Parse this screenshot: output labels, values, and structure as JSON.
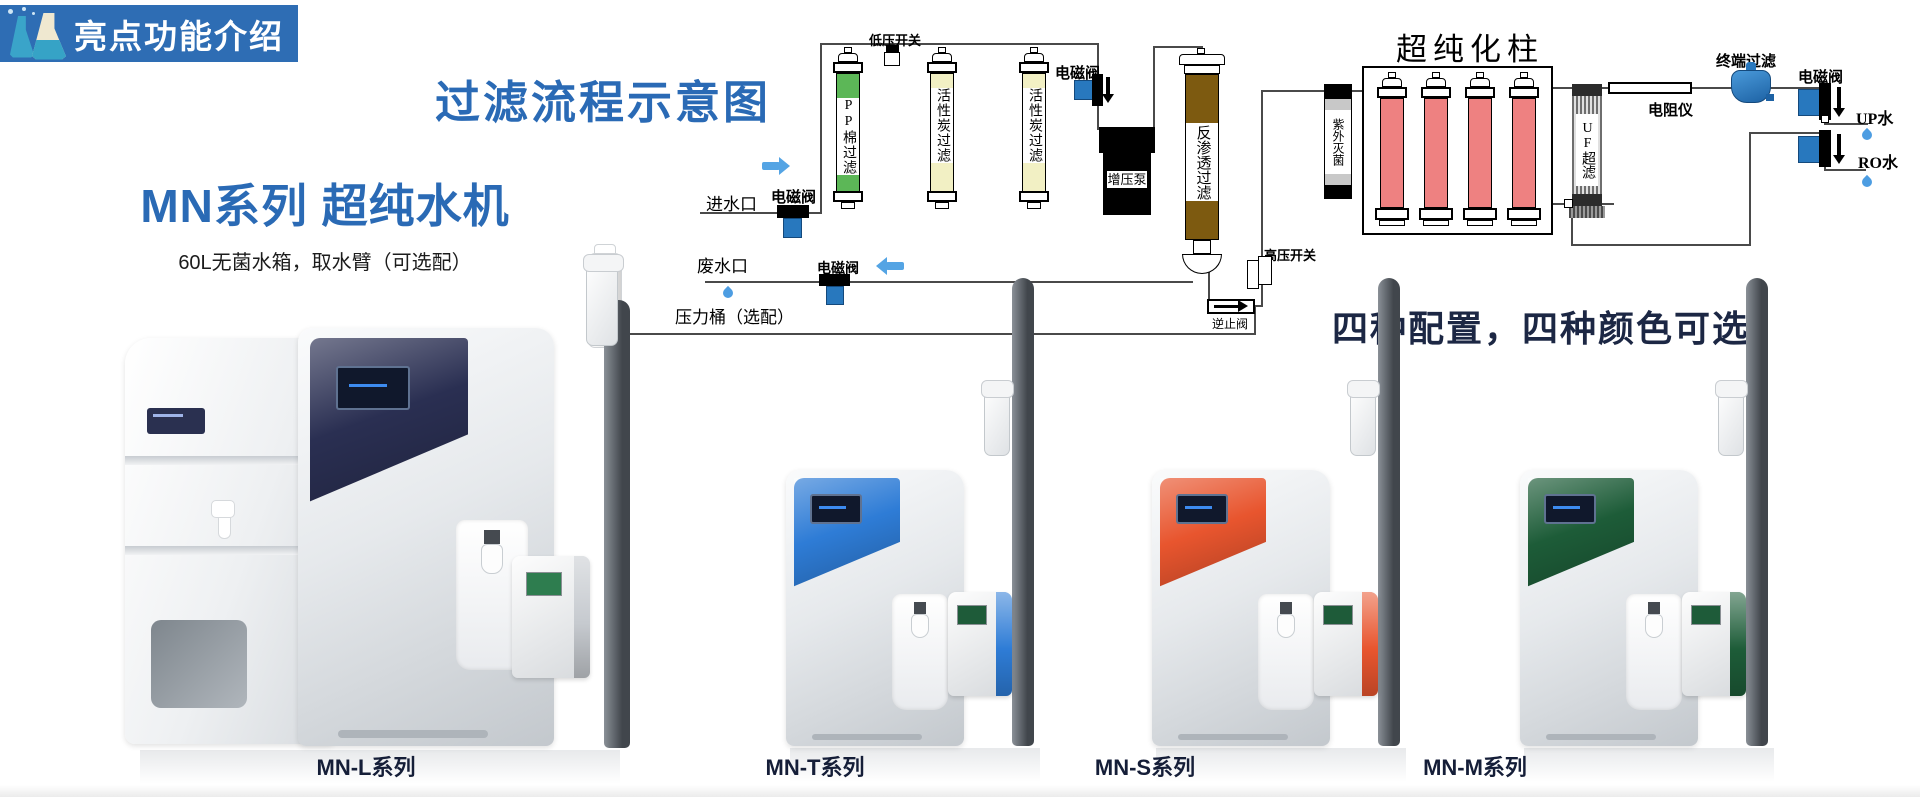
{
  "badge": {
    "label": "亮点功能介绍"
  },
  "header": {
    "diagram_title": "过滤流程示意图",
    "series_title": "MN系列 超纯水机",
    "series_subtitle": "60L无菌水箱，取水臂（可选配）",
    "config_note": "四种配置，四种颜色可选"
  },
  "diagram": {
    "components": {
      "inlet": "进水口",
      "solenoid_valve": "电磁阀",
      "low_pressure_switch": "低压开关",
      "pp_filter": "PP棉过滤",
      "carbon_filter": "活性炭过滤",
      "booster_pump": "增压泵",
      "ro_filter": "反渗透过滤",
      "uv_sterilizer": "紫外灭菌",
      "ultrapure_column": "超纯化柱",
      "uf_filter": "UF超滤",
      "resistivity_meter": "电阻仪",
      "terminal_filter": "终端过滤",
      "up_water": "UP水",
      "ro_water": "RO水",
      "high_pressure_switch": "高压开关",
      "check_valve": "逆止阀",
      "waste_outlet": "废水口",
      "pressure_tank": "压力桶（选配）"
    },
    "colors": {
      "pp_green": "#5cb757",
      "carbon_yellow": "#f2f0c4",
      "ro_brown": "#7d5a10",
      "column_pink": "#ee8181",
      "valve_blue": "#2878be",
      "arrow_blue": "#54a4e4",
      "title_blue": "#2a6ab5",
      "note_navy": "#1c2744",
      "badge_blue": "#2e6db4"
    }
  },
  "products": {
    "models": [
      {
        "name": "MN-L系列",
        "accent": "#2a2f52"
      },
      {
        "name": "MN-T系列",
        "accent": "#2e7cd6"
      },
      {
        "name": "MN-S系列",
        "accent": "#e8552e"
      },
      {
        "name": "MN-M系列",
        "accent": "#1d5c38"
      }
    ]
  }
}
